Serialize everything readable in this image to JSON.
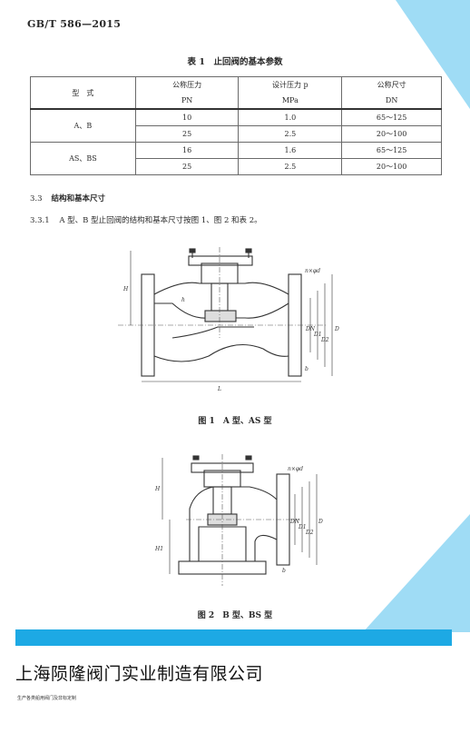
{
  "header": {
    "standard_no": "GB/T 586—2015"
  },
  "table": {
    "title": "表 1　止回阀的基本参数",
    "headers": [
      {
        "line1": "型　式",
        "line2": ""
      },
      {
        "line1": "公称压力",
        "line2": "PN"
      },
      {
        "line1": "设计压力 p",
        "line2": "MPa"
      },
      {
        "line1": "公称尺寸",
        "line2": "DN"
      }
    ],
    "groups": [
      {
        "type": "A、B",
        "rows": [
          [
            "10",
            "1.0",
            "65～125"
          ],
          [
            "25",
            "2.5",
            "20～100"
          ]
        ]
      },
      {
        "type": "AS、BS",
        "rows": [
          [
            "16",
            "1.6",
            "65～125"
          ],
          [
            "25",
            "2.5",
            "20～100"
          ]
        ]
      }
    ]
  },
  "section": {
    "num": "3.3",
    "title": "结构和基本尺寸",
    "sub_num": "3.3.1",
    "sub_text": "A 型、B 型止回阀的结构和基本尺寸按图 1、图 2 和表 2。"
  },
  "figures": [
    {
      "caption": "图 1　A 型、AS 型",
      "labels": {
        "H": "H",
        "h": "h",
        "L": "L",
        "DN": "DN",
        "D1": "D1",
        "D2": "D2",
        "D": "D",
        "b": "b",
        "bolt": "n×φd"
      }
    },
    {
      "caption": "图 2　B 型、BS 型",
      "labels": {
        "H": "H",
        "H1": "H1",
        "DN": "DN",
        "D1": "D1",
        "D2": "D2",
        "D": "D",
        "b": "b",
        "bolt": "n×φd"
      }
    }
  ],
  "footer": {
    "company": "上海陨隆阀门实业制造有限公司",
    "tagline": "生产各类船用阀门及非标定制"
  },
  "colors": {
    "accent_bar": "#1da9e4",
    "corner": "#9fdcf5",
    "line": "#333333"
  }
}
